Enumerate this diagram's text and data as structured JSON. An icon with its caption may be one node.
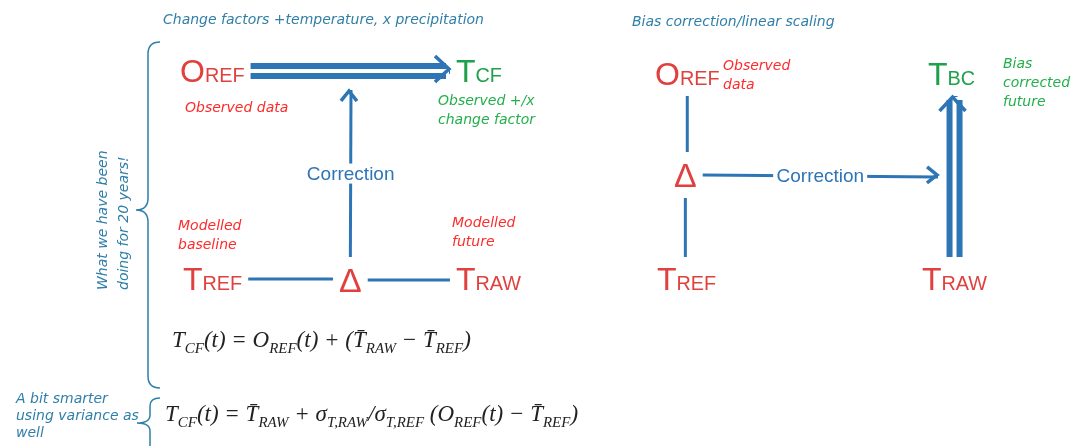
{
  "diagram": {
    "nodes": [
      {
        "text": [
          "O$_{REF}$"
        ],
        "beside": [
          "Observed data"
        ]
      },
      {
        "text": [
          "T$_{CF}$"
        ],
        "beside": [
          "Observed +/x change factor"
        ]
      },
      {
        "text": [
          "T$_{REF}$"
        ],
        "beside": [
          "Modelled baseline"
        ]
      },
      {
        "text": [
          "Δ"
        ]
      },
      {
        "text": [
          "T$_{RAW}$"
        ],
        "beside": [
          "Modelled future"
        ]
      },
      {
        "text": [
          "O$_{REF}$"
        ],
        "beside": [
          "Observed data"
        ]
      },
      {
        "text": [
          "T$_{BC}$"
        ],
        "beside": [
          "Bias corrected future"
        ]
      },
      {
        "text": [
          "Δ"
        ]
      },
      {
        "text": [
          "T$_{REF}$"
        ]
      },
      {
        "text": [
          "T$_{RAW}$"
        ]
      }
    ],
    "edges": [
      {
        "from": 0,
        "to": 1,
        "arrow": "to",
        "style": "thick"
      },
      {
        "from": 3,
        "to": null,
        "arrow": "to",
        "label": "Correction"
      },
      {
        "from": 2,
        "to": 3,
        "arrow": "none"
      },
      {
        "from": 3,
        "to": 4,
        "arrow": "none"
      },
      {
        "from": 5,
        "to": 7,
        "arrow": "none"
      },
      {
        "from": 7,
        "to": 8,
        "arrow": "none"
      },
      {
        "from": 7,
        "to": null,
        "arrow": "to",
        "label": "Correction"
      },
      {
        "from": 9,
        "to": 6,
        "arrow": "to",
        "style": "thick"
      }
    ],
    "labels": [
      "Change factors +temperature, x precipitation",
      "Bias correction/linear scaling",
      "What we have been doing for 20 years!",
      "T$_{CF}$(t) = O$_{REF}$(t) + (T̄$_{RAW}$ − T̄$_{REF}$)",
      "A bit smarter using variance as well",
      "T$_{CF}$(t) = T̄$_{RAW}$ + σ$_{T,RAW}$/σ$_{T,REF}$ (O$_{REF}$(t) − T̄$_{REF}$)"
    ]
  }
}
